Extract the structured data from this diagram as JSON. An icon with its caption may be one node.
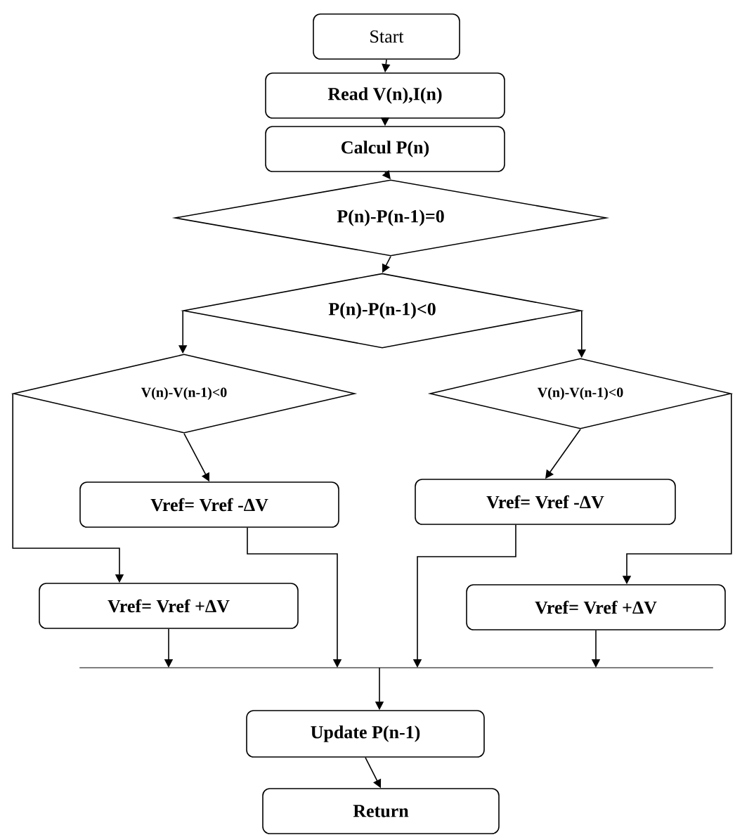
{
  "diagram": {
    "nodes": [
      {
        "text": [
          "Start"
        ]
      },
      {
        "text": [
          "Read V(n),I(n)"
        ]
      },
      {
        "text": [
          "Calcul P(n)"
        ]
      },
      {
        "text": [
          "P(n)-P(n-1)=0"
        ]
      },
      {
        "text": [
          "P(n)-P(n-1)<0"
        ]
      },
      {
        "text": [
          "V(n)-V(n-1)<0"
        ]
      },
      {
        "text": [
          "V(n)-V(n-1)<0"
        ]
      },
      {
        "text": [
          "Vref= Vref -ΔV"
        ]
      },
      {
        "text": [
          "Vref= Vref -ΔV"
        ]
      },
      {
        "text": [
          "Vref= Vref +ΔV"
        ]
      },
      {
        "text": [
          "Vref= Vref +ΔV"
        ]
      },
      {
        "text": [],
        "shape": "bar"
      },
      {
        "text": [
          "Update P(n-1)"
        ]
      },
      {
        "text": [
          "Return"
        ]
      }
    ],
    "edges": [
      {
        "from": 0,
        "to": 1,
        "arrow": "to"
      },
      {
        "from": 1,
        "to": 2,
        "arrow": "to"
      },
      {
        "from": 2,
        "to": 3,
        "arrow": "to"
      },
      {
        "from": 3,
        "to": 4,
        "arrow": "to"
      },
      {
        "from": 4,
        "to": 5,
        "arrow": "to"
      },
      {
        "from": 4,
        "to": 6,
        "arrow": "to"
      },
      {
        "from": 5,
        "to": 7,
        "arrow": "to"
      },
      {
        "from": 6,
        "to": 8,
        "arrow": "to"
      },
      {
        "from": 5,
        "to": 9,
        "arrow": "to"
      },
      {
        "from": 6,
        "to": 10,
        "arrow": "to"
      },
      {
        "from": 7,
        "to": 11,
        "arrow": "to"
      },
      {
        "from": 8,
        "to": 11,
        "arrow": "to"
      },
      {
        "from": 9,
        "to": 11,
        "arrow": "to"
      },
      {
        "from": 10,
        "to": 11,
        "arrow": "to"
      },
      {
        "from": 11,
        "to": 12,
        "arrow": "to"
      },
      {
        "from": 12,
        "to": 13,
        "arrow": "to"
      }
    ]
  }
}
